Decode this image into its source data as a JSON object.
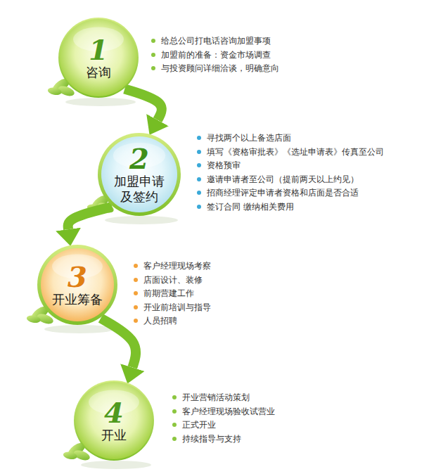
{
  "diagram": {
    "nodes": [
      {
        "text": [
          "1",
          "咨询"
        ]
      },
      {
        "text": [
          "2",
          "加盟申请 及签约"
        ]
      },
      {
        "text": [
          "3",
          "开业筹备"
        ]
      },
      {
        "text": [
          "4",
          "开业"
        ]
      }
    ],
    "edges": [
      {
        "from": 0,
        "to": 1,
        "arrow": "to"
      },
      {
        "from": 1,
        "to": 2,
        "arrow": "to"
      },
      {
        "from": 2,
        "to": 3,
        "arrow": "to"
      }
    ],
    "labels": [
      "给总公司打电话咨询加盟事项",
      "加盟前的准备：资金市场调查",
      "与投资顾问详细洽谈，明确意向",
      "寻找两个以上备选店面",
      "填写《资格审批表》《选址申请表》传真至公司",
      "资格预审",
      "邀请申请者至公司（提前两天以上约见）",
      "招商经理评定申请者资格和店面是否合适",
      "签订合同 缴纳相关费用",
      "客户经理现场考察",
      "店面设计、装修",
      "前期营建工作",
      "开业前培训与指导",
      "人员招聘",
      "开业营销活动策划",
      "客户经理现场验收试营业",
      "正式开业",
      "持续指导与支持"
    ]
  }
}
